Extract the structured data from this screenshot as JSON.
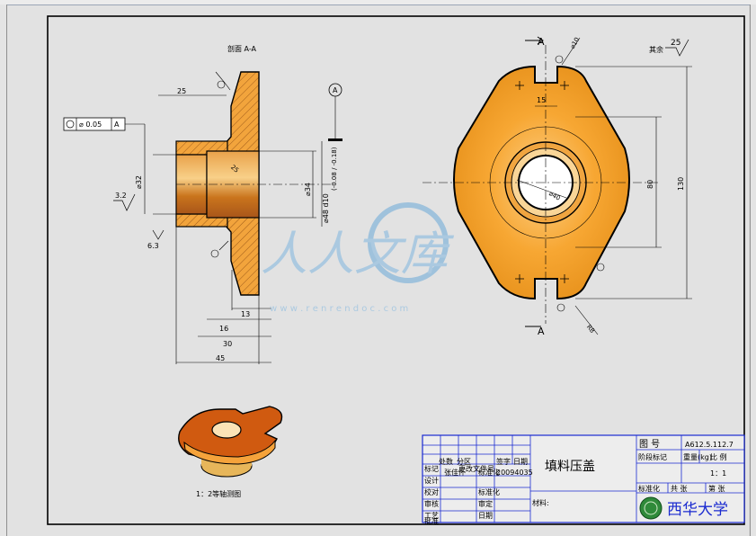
{
  "drawing": {
    "section_title": "剖面 A-A",
    "view_caption": "1：2等轴测图",
    "part_name": "填料压盖",
    "material_label": "材料:",
    "school": "西华大学",
    "watermark_text": "人人文库",
    "watermark_url": "w w w . r e n r e n d o c . c o m",
    "section_marks": [
      "A",
      "A",
      "A",
      "A"
    ],
    "datum_label": "A",
    "roughness_other": "其余",
    "roughness_main": "25",
    "feature_control": {
      "tol": "⌀ 0.05",
      "datum": "A"
    },
    "left_dims": {
      "d25": "25",
      "d32": "⌀32",
      "d34": "⌀34",
      "d48": "⌀48 d10",
      "tol": "(-0.08 / -0.18)",
      "d13": "13",
      "d16": "16",
      "d30": "30",
      "d45": "45",
      "r32": "3.2",
      "r63": "6.3",
      "r25": "25"
    },
    "right_dims": {
      "d15": "15",
      "d80": "80",
      "d130": "130",
      "phi10": "⌀10",
      "phi40": "⌀40",
      "r8": "R8"
    },
    "title_block": {
      "drawing_no_label": "图 号",
      "drawing_no": "A612.5.112.7",
      "mark_label": "阶段标记",
      "weight_label": "重量(kg)",
      "scale_label": "比 例",
      "scale": "1：1",
      "sheet_total": "共  张",
      "sheet_num": "第  张",
      "revision_headers": [
        "标记",
        "处数",
        "分区",
        "更改文件号",
        "签字",
        "日期"
      ],
      "rows": [
        "设计",
        "校对",
        "审核",
        "工艺",
        "批准"
      ],
      "rows2": [
        "标准化",
        "审定",
        "日期"
      ],
      "designer": "张佳怀",
      "student_no": "20094035",
      "std_label": "标准化"
    }
  }
}
